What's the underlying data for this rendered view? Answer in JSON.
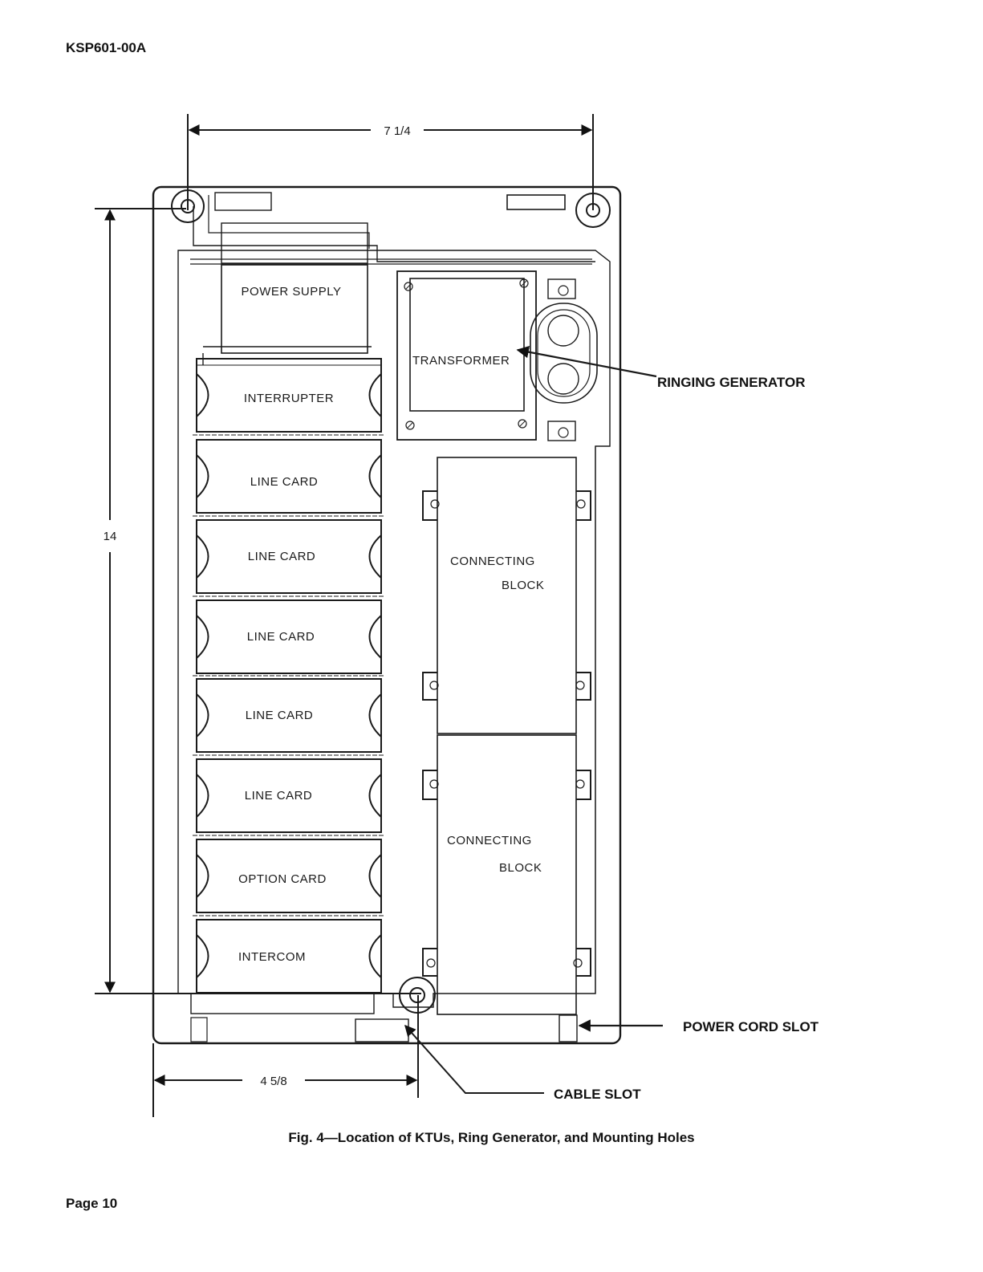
{
  "header": {
    "doc_id": "KSP601-00A"
  },
  "footer": {
    "page": "Page 10"
  },
  "figure": {
    "caption": "Fig. 4—Location of KTUs, Ring Generator, and Mounting Holes",
    "dimensions": {
      "top_width": "7 1/4",
      "height": "14",
      "bottom_width": "4 5/8"
    },
    "cards": [
      {
        "label": "POWER SUPPLY"
      },
      {
        "label": "INTERRUPTER"
      },
      {
        "label": "LINE CARD"
      },
      {
        "label": "LINE CARD"
      },
      {
        "label": "LINE CARD"
      },
      {
        "label": "LINE CARD"
      },
      {
        "label": "LINE CARD"
      },
      {
        "label": "OPTION CARD"
      },
      {
        "label": "INTERCOM"
      }
    ],
    "transformer_label": "TRANSFORMER",
    "connecting_blocks": [
      {
        "line1": "CONNECTING",
        "line2": "BLOCK"
      },
      {
        "line1": "CONNECTING",
        "line2": "BLOCK"
      }
    ],
    "callouts": {
      "ringing_generator": "RINGING GENERATOR",
      "power_cord_slot": "POWER CORD SLOT",
      "cable_slot": "CABLE SLOT"
    }
  }
}
